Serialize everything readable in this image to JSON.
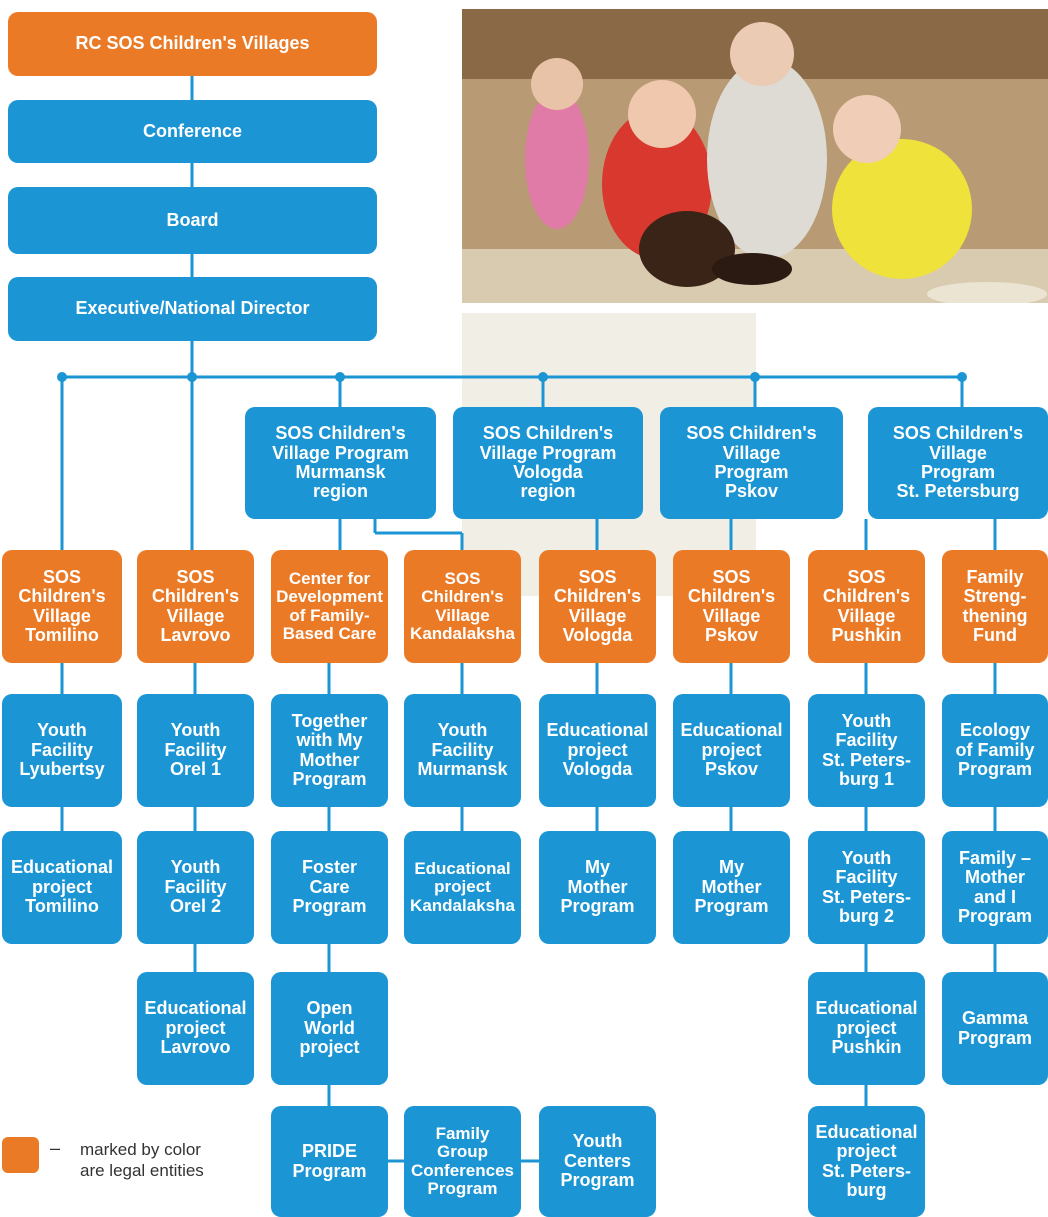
{
  "colors": {
    "blue": "#1b95d4",
    "orange": "#eb7a26",
    "connector": "#1b95d4"
  },
  "photo": {
    "icon": "children-cooking-photo"
  },
  "top_chain": {
    "root": "RC SOS Children's Villages",
    "conference": "Conference",
    "board": "Board",
    "director": "Executive/National Director"
  },
  "programs": {
    "murmansk": "SOS Children's\nVillage Program\nMurmansk\nregion",
    "vologda": "SOS Children's\nVillage Program\nVologda\nregion",
    "pskov": "SOS Children's\nVillage\nProgram\nPskov",
    "stpetersburg": "SOS Children's\nVillage\nProgram\nSt. Petersburg"
  },
  "entities": {
    "tomilino": "SOS\nChildren's\nVillage\nTomilino",
    "lavrovo": "SOS\nChildren's\nVillage\nLavrovo",
    "center": "Center for\nDevelopment\nof Family-\nBased Care",
    "kandalaksha": "SOS\nChildren's\nVillage\nKandalaksha",
    "vologda": "SOS\nChildren's\nVillage\nVologda",
    "pskov": "SOS\nChildren's\nVillage\nPskov",
    "pushkin": "SOS\nChildren's\nVillage\nPushkin",
    "fund": "Family\nStreng-\nthening\nFund"
  },
  "columns": {
    "tomilino": [
      "Youth\nFacility\nLyubertsy",
      "Educational\nproject\nTomilino"
    ],
    "lavrovo": [
      "Youth\nFacility\nOrel 1",
      "Youth\nFacility\nOrel 2",
      "Educational\nproject\nLavrovo"
    ],
    "center": [
      "Together\nwith My\nMother\nProgram",
      "Foster\nCare\nProgram",
      "Open\nWorld\nproject",
      "PRIDE\nProgram"
    ],
    "kandalaksha": [
      "Youth\nFacility\nMurmansk",
      "Educational\nproject\nKandalaksha"
    ],
    "vologda": [
      "Educational\nproject\nVologda",
      "My\nMother\nProgram"
    ],
    "pskov": [
      "Educational\nproject\nPskov",
      "My\nMother\nProgram"
    ],
    "pushkin": [
      "Youth\nFacility\nSt. Peters-\nburg 1",
      "Youth\nFacility\nSt. Peters-\nburg 2",
      "Educational\nproject\nPushkin",
      "Educational\nproject\nSt. Peters-\nburg"
    ],
    "fund": [
      "Ecology\nof Family\nProgram",
      "Family –\nMother\nand I\nProgram",
      "Gamma\nProgram"
    ]
  },
  "extras": {
    "family_group": "Family\nGroup\nConferences\nProgram",
    "youth_centers": "Youth\nCenters\nProgram"
  },
  "legend": {
    "dash": "–",
    "text": "marked by color\nare legal entities"
  }
}
